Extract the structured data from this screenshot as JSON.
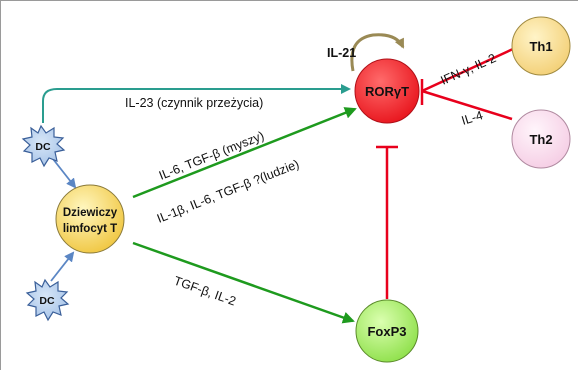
{
  "nodes": {
    "dc_top": "DC",
    "dc_bottom": "DC",
    "naive_t_line1": "Dziewiczy",
    "naive_t_line2": "limfocyt T",
    "rorgt": "RORγT",
    "foxp3": "FoxP3",
    "th1": "Th1",
    "th2": "Th2"
  },
  "labels": {
    "il21": "IL-21",
    "il23": "IL-23 (czynnik przeżycia)",
    "mouse": "IL-6, TGF-β (myszy)",
    "human": "IL-1β, IL-6, TGF-β ?(ludzie)",
    "treg": "TGF-β, IL-2",
    "th1_cyt": "IFN-γ, IL-2",
    "th2_cyt": "IL-4"
  },
  "colors": {
    "teal": "#2a9d8f",
    "green": "#1e9a1e",
    "red": "#e8001c",
    "olive": "#9a8a55",
    "blue": "#5b86c4"
  }
}
